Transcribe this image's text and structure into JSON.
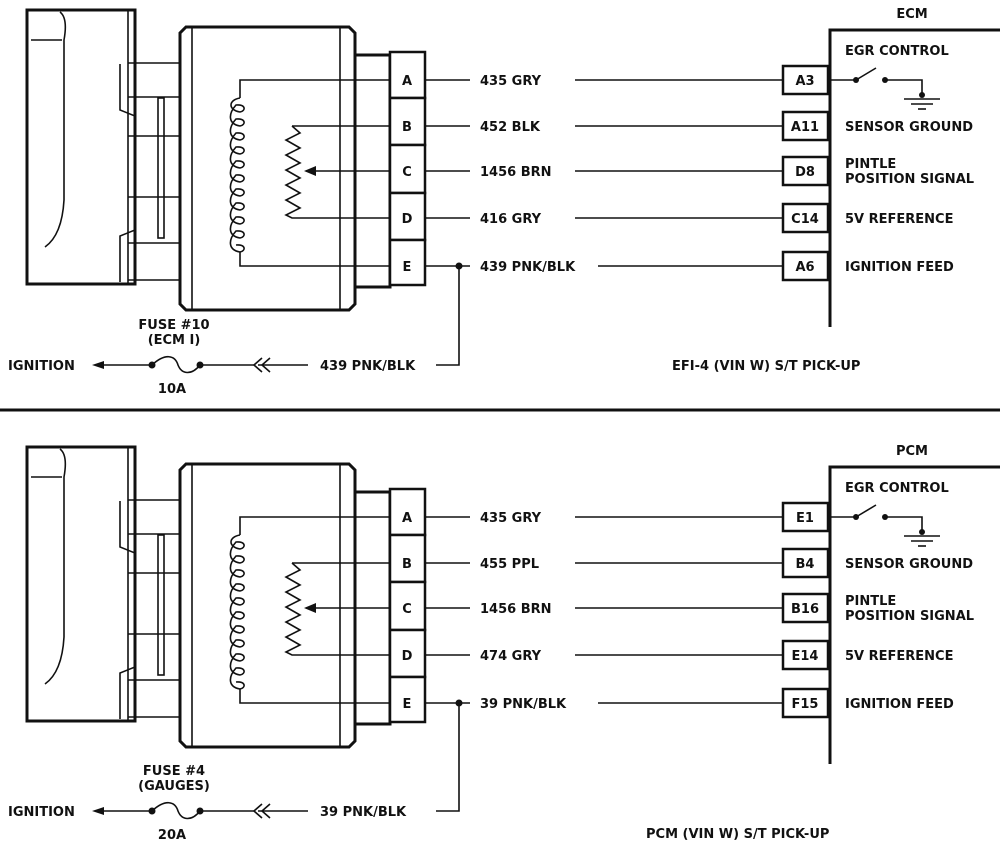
{
  "panels": [
    {
      "module_title": "ECM",
      "caption": "EFI-4 (VIN W) S/T PICK-UP",
      "wires": [
        {
          "pin": "A",
          "circuit": "435 GRY",
          "terminal": "A3",
          "function": [
            "EGR CONTROL"
          ]
        },
        {
          "pin": "B",
          "circuit": "452 BLK",
          "terminal": "A11",
          "function": [
            "SENSOR GROUND"
          ]
        },
        {
          "pin": "C",
          "circuit": "1456 BRN",
          "terminal": "D8",
          "function": [
            "PINTLE",
            "POSITION SIGNAL"
          ]
        },
        {
          "pin": "D",
          "circuit": "416 GRY",
          "terminal": "C14",
          "function": [
            "5V REFERENCE"
          ]
        },
        {
          "pin": "E",
          "circuit": "439 PNK/BLK",
          "terminal": "A6",
          "function": [
            "IGNITION FEED"
          ]
        }
      ],
      "fuse": {
        "name": "FUSE #10",
        "sub": "(ECM I)",
        "rating": "10A"
      },
      "ignition_label": "IGNITION",
      "feed_circuit": "439 PNK/BLK"
    },
    {
      "module_title": "PCM",
      "caption": "PCM (VIN W) S/T PICK-UP",
      "wires": [
        {
          "pin": "A",
          "circuit": "435 GRY",
          "terminal": "E1",
          "function": [
            "EGR CONTROL"
          ]
        },
        {
          "pin": "B",
          "circuit": "455 PPL",
          "terminal": "B4",
          "function": [
            "SENSOR GROUND"
          ]
        },
        {
          "pin": "C",
          "circuit": "1456 BRN",
          "terminal": "B16",
          "function": [
            "PINTLE",
            "POSITION SIGNAL"
          ]
        },
        {
          "pin": "D",
          "circuit": "474 GRY",
          "terminal": "E14",
          "function": [
            "5V REFERENCE"
          ]
        },
        {
          "pin": "E",
          "circuit": "39 PNK/BLK",
          "terminal": "F15",
          "function": [
            "IGNITION FEED"
          ]
        }
      ],
      "fuse": {
        "name": "FUSE #4",
        "sub": "(GAUGES)",
        "rating": "20A"
      },
      "ignition_label": "IGNITION",
      "feed_circuit": "39 PNK/BLK"
    }
  ]
}
